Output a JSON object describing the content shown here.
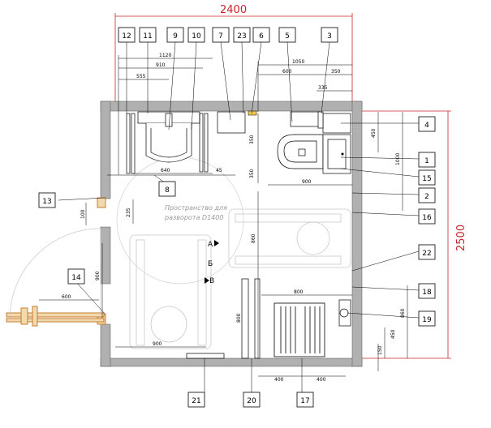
{
  "overall": {
    "width": "2400",
    "depth": "2500"
  },
  "callouts_top": [
    "12",
    "11",
    "9",
    "10",
    "7",
    "23",
    "6",
    "5",
    "3"
  ],
  "callouts_right": [
    "4",
    "1",
    "15",
    "2",
    "16",
    "22",
    "18",
    "19"
  ],
  "callouts_left": [
    "13",
    "14"
  ],
  "callout_8": "8",
  "callouts_bottom": [
    "21",
    "20",
    "17"
  ],
  "dims": {
    "d1120": "1120",
    "d910": "910",
    "d555": "555",
    "d1050": "1050",
    "d600a": "600",
    "d350a": "350",
    "d335": "335",
    "d350v1": "350",
    "d350v2": "350",
    "d640": "640",
    "d45": "45",
    "d450a": "450",
    "d1000": "1000",
    "d900a": "900",
    "d860a": "860",
    "d235": "235",
    "d100": "100",
    "d900v": "900",
    "d600b": "600",
    "d900b": "900",
    "d800v": "800",
    "d800h": "800",
    "d860b": "860",
    "d450b": "450",
    "d150": "150",
    "d400a": "400",
    "d400b": "400"
  },
  "annotation": {
    "line1": "Пространство для",
    "line2": "разворота D1400"
  },
  "sections": {
    "a": "А",
    "b": "Б",
    "v": "В"
  },
  "colors": {
    "wall": "#b0b0b0",
    "accent_dim": "#c8242b",
    "door": "#c87d2a",
    "line": "#000000"
  }
}
